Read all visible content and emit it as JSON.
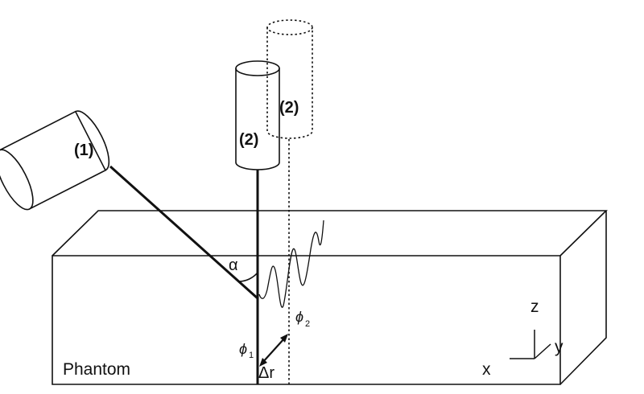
{
  "labels": {
    "device1": "(1)",
    "device2_solid": "(2)",
    "device2_dashed": "(2)",
    "alpha": "α",
    "phi1_main": "ϕ",
    "phi1_sub": "1",
    "phi2_main": "ϕ",
    "phi2_sub": "2",
    "delta_r": "Δr",
    "phantom": "Phantom",
    "axis_x": "x",
    "axis_y": "y",
    "axis_z": "z"
  },
  "colors": {
    "stroke": "#111111",
    "background": "#ffffff"
  }
}
